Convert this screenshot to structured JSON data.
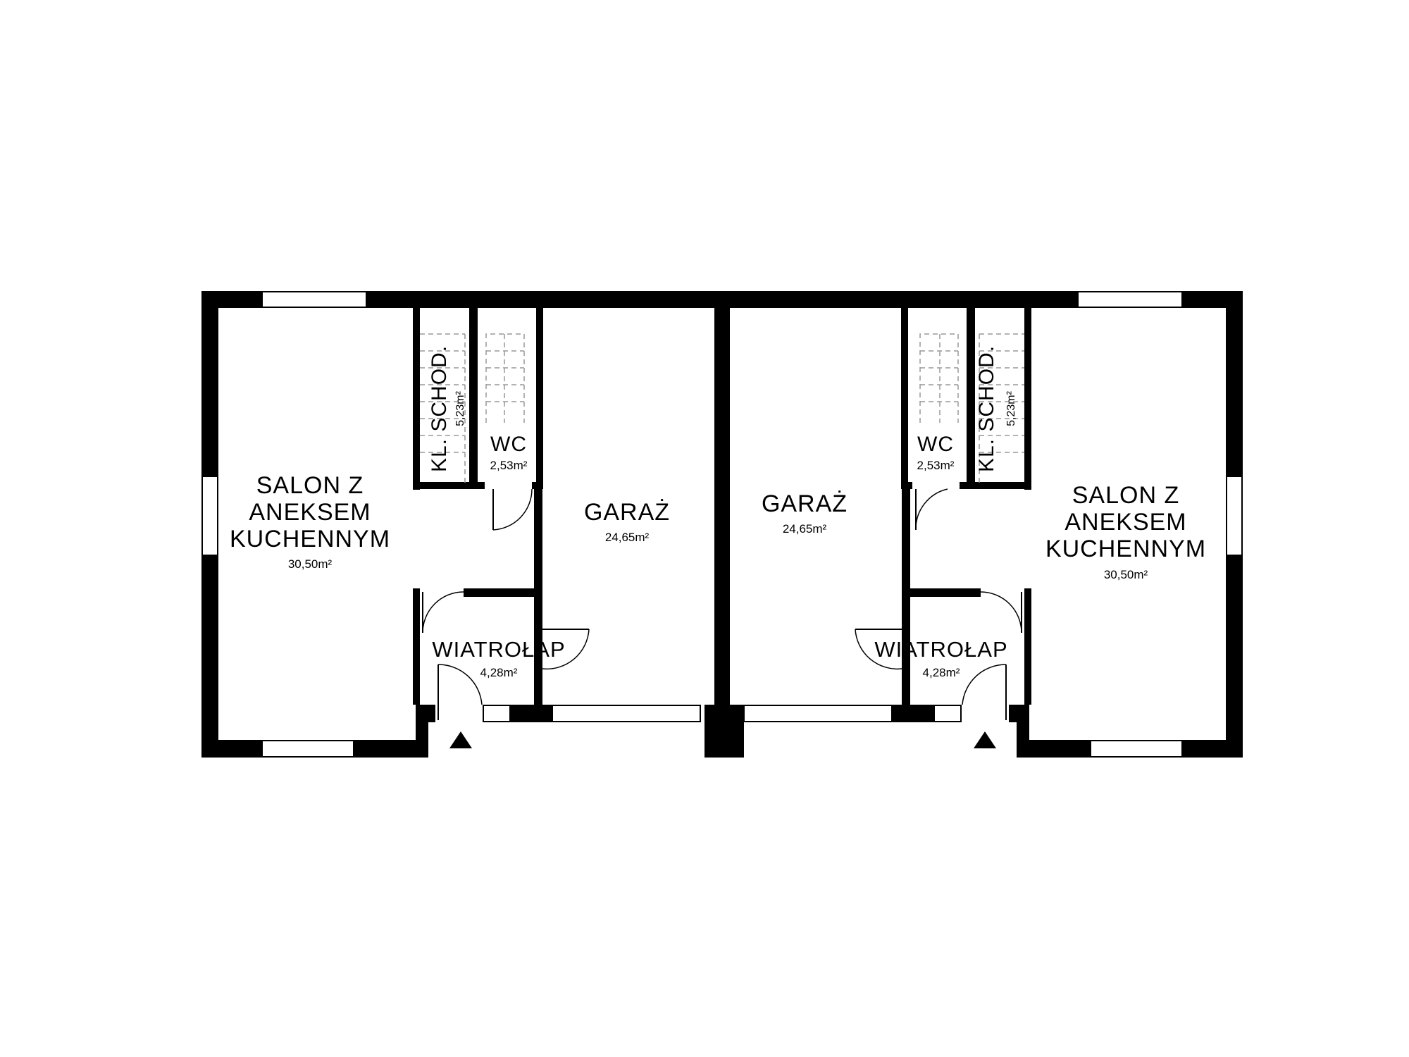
{
  "rooms": {
    "left": {
      "salon": {
        "name_lines": [
          "SALON Z",
          "ANEKSEM",
          "KUCHENNYM"
        ],
        "area": "30,50m²"
      },
      "stairs": {
        "name": "KL. SCHOD.",
        "area": "5,23m²"
      },
      "wc": {
        "name": "WC",
        "area": "2,53m²"
      },
      "garage": {
        "name": "GARAŻ",
        "area": "24,65m²"
      },
      "vestibule": {
        "name": "WIATROŁAP",
        "area": "4,28m²"
      }
    },
    "right": {
      "salon": {
        "name_lines": [
          "SALON Z",
          "ANEKSEM",
          "KUCHENNYM"
        ],
        "area": "30,50m²"
      },
      "stairs": {
        "name": "KL. SCHOD.",
        "area": "5,23m²"
      },
      "wc": {
        "name": "WC",
        "area": "2,53m²"
      },
      "garage": {
        "name": "GARAŻ",
        "area": "24,65m²"
      },
      "vestibule": {
        "name": "WIATROŁAP",
        "area": "4,28m²"
      }
    }
  },
  "entrance_marker": "triangle-up-icon",
  "colors": {
    "wall": "#000000",
    "background": "#ffffff",
    "hidden_line": "#999999"
  }
}
